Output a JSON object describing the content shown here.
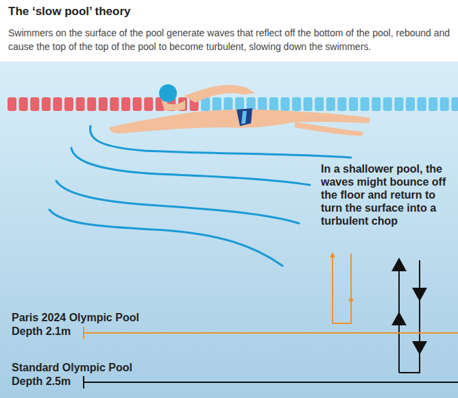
{
  "diagram": {
    "title": "The ‘slow pool’ theory",
    "caption": "Swimmers on the surface of the pool generate waves that reflect off the bottom of the pool, rebound and cause the top of the top of the pool to become turbulent, slowing down the swimmers.",
    "labels": [
      "In a shallower pool, the waves might bounce off the floor and return to turn the surface into a turbulent chop",
      "Paris 2024 Olympic Pool",
      "Depth 2.1m",
      "Standard Olympic Pool",
      "Depth 2.5m"
    ]
  }
}
